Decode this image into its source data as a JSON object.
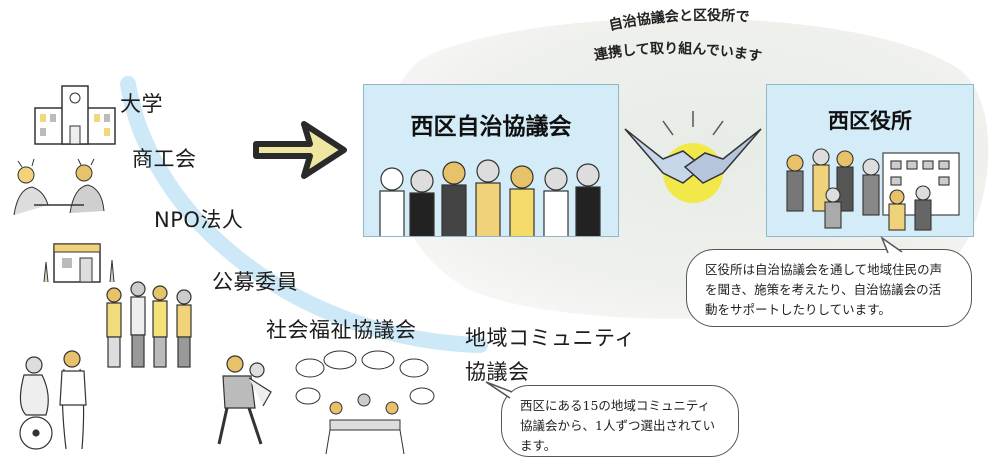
{
  "header_caption": [
    "自治協議会と区役所で",
    "連携して取り組んでいます"
  ],
  "organizations": [
    {
      "label": "大学",
      "icon": "university-building-icon"
    },
    {
      "label": "商工会",
      "icon": "business-people-icon"
    },
    {
      "label": "NPO法人",
      "icon": "npo-building-icon"
    },
    {
      "label": "公募委員",
      "icon": "public-members-icon"
    },
    {
      "label": "社会福祉協議会",
      "icon": "welfare-caregiver-icon"
    },
    {
      "label": "地域コミュニティ",
      "label2": "協議会",
      "icon": "community-meeting-icon"
    }
  ],
  "council_panel": {
    "title": "西区自治協議会",
    "icon": "council-members-group-icon"
  },
  "office_panel": {
    "title": "西区役所",
    "icon": "ward-office-staff-icon"
  },
  "office_bubble": "区役所は自治協議会を通して地域住民の声を聞き、施策を考えたり、自治協議会の活動をサポートしたりしています。",
  "community_bubble": "西区にある15の地域コミュニティ協議会から、1人ずつ選出されています。",
  "icons": {
    "arrow": "right-arrow-icon",
    "handshake": "handshake-icon"
  },
  "colors": {
    "panel_bg": "#d3ecf7",
    "accent_yellow": "#f2e84a",
    "curve_blue": "#cde9f7",
    "arrow_fill": "#efe6a2"
  }
}
